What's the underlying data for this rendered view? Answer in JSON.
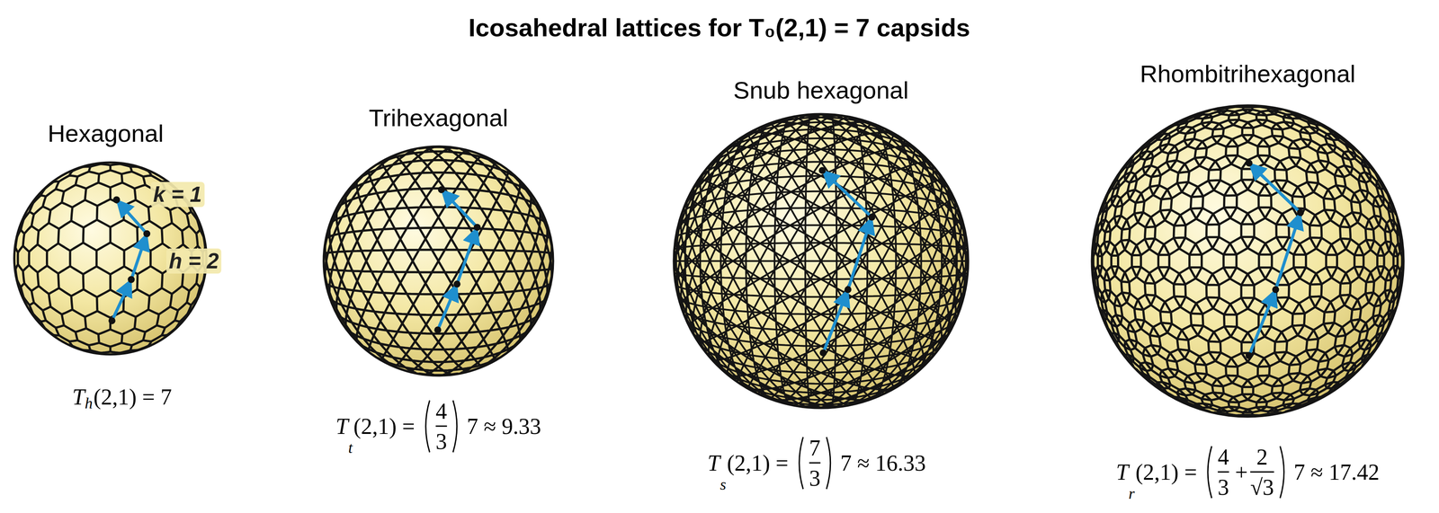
{
  "diagram": {
    "title": "Icosahedral lattices for T₀(2,1) = 7 capsids",
    "labels": [
      "Hexagonal",
      "Trihexagonal",
      "Snub hexagonal",
      "Rhombitrihexagonal",
      "k = 1",
      "h = 2",
      "T",
      "h",
      "(2,1) = 7",
      "T",
      "t",
      "(2,1) =",
      "4",
      "3",
      "7 ≈ 9.33",
      "T",
      "s",
      "(2,1) =",
      "7",
      "3",
      "7 ≈ 16.33",
      "T",
      "r",
      "(2,1) =",
      "4",
      "3",
      "+",
      "2",
      "√3",
      "7 ≈ 17.42"
    ]
  }
}
